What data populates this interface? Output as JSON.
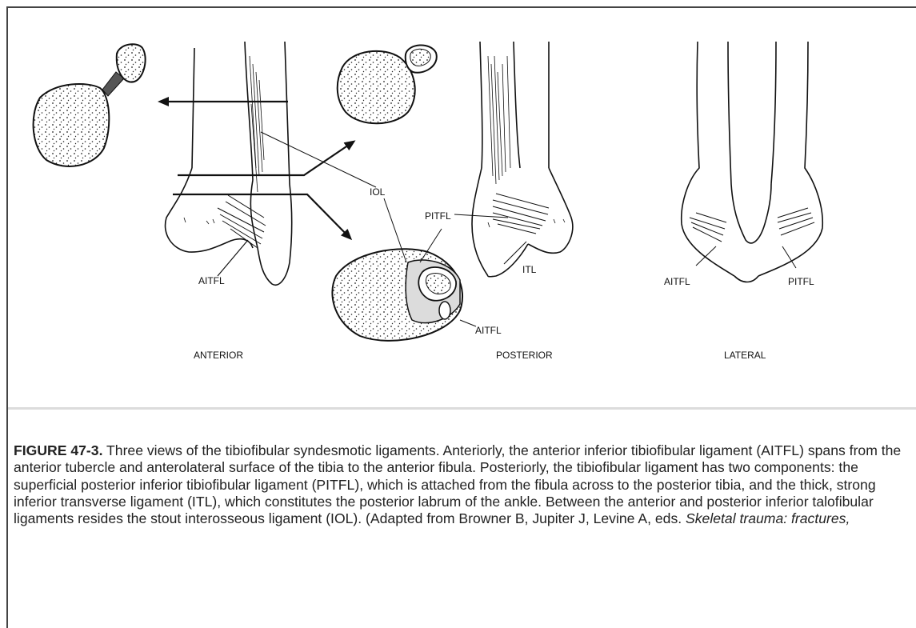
{
  "figure": {
    "labels": {
      "iol": "IOL",
      "pitfl_posterior": "PITFL",
      "itl": "ITL",
      "aitfl_anterior": "AITFL",
      "aitfl_cross_section": "AITFL",
      "aitfl_lateral": "AITFL",
      "pitfl_lateral": "PITFL"
    },
    "views": {
      "anterior": "ANTERIOR",
      "posterior": "POSTERIOR",
      "lateral": "LATERAL"
    }
  },
  "caption": {
    "figure_number": "FIGURE 47-3.",
    "text": " Three views of the tibiofibular syndesmotic ligaments. Anteriorly, the anterior inferior tibiofibular ligament (AITFL) spans from the anterior tubercle and anterolateral surface of the tibia to the anterior fibula. Posteriorly, the tibiofibular ligament has two components: the superficial posterior inferior tibiofibular ligament (PITFL), which is attached from the fibula across to the posterior tibia, and the thick, strong inferior transverse ligament (ITL), which constitutes the posterior labrum of the ankle. Between the anterior and posterior inferior talofibular ligaments resides the stout interosseous ligament (IOL). (Adapted from Browner B, Jupiter J, Levine A, eds. ",
    "citation_italic": "Skeletal trauma: fractures,"
  }
}
